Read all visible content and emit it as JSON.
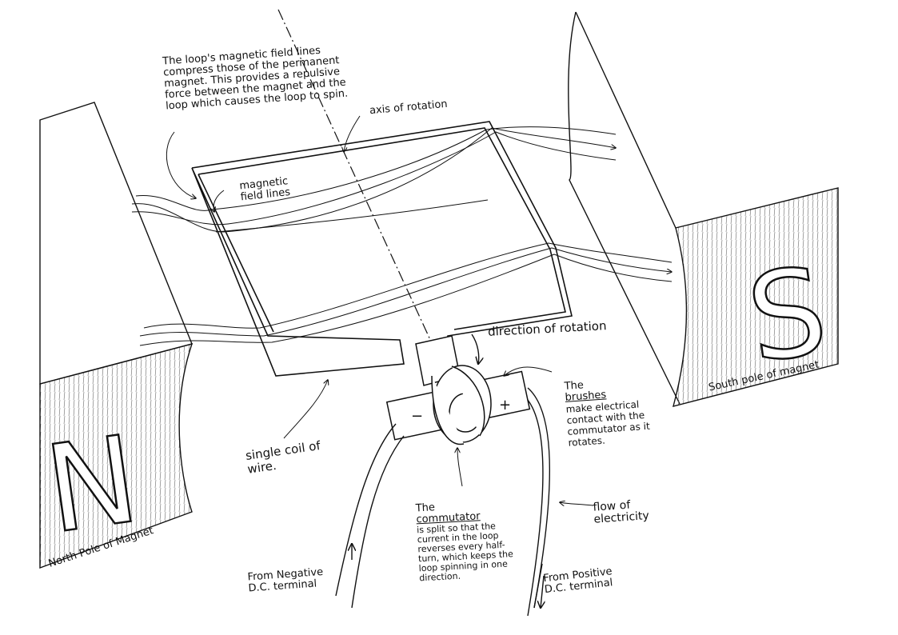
{
  "labels": {
    "field_compress_note": "The loop's magnetic field lines compress those of the permanent magnet. This provides a repulsive force between the magnet and the loop which causes the loop to spin.",
    "axis_of_rotation": "axis of rotation",
    "magnetic_field_lines": "magnetic field lines",
    "direction_of_rotation": "direction of rotation",
    "brushes_the": "The",
    "brushes_word": "brushes",
    "brushes_desc": "make electrical contact with the commutator as it rotates.",
    "single_coil": "single coil of wire.",
    "commutator_the": "The",
    "commutator_word": "commutator",
    "commutator_desc": "is split so that the current in the loop reverses every half-turn, which keeps the loop spinning in one direction.",
    "flow_of_electricity": "flow of electricity",
    "from_negative": "From Negative D.C. terminal",
    "from_positive": "From Positive D.C. terminal",
    "south_pole": "South pole of magnet",
    "north_pole": "North Pole of Magnet",
    "pole_n": "N",
    "pole_s": "S",
    "brush_minus": "−",
    "brush_plus": "+"
  },
  "colors": {
    "ink": "#111111",
    "hatch": "#555555"
  }
}
